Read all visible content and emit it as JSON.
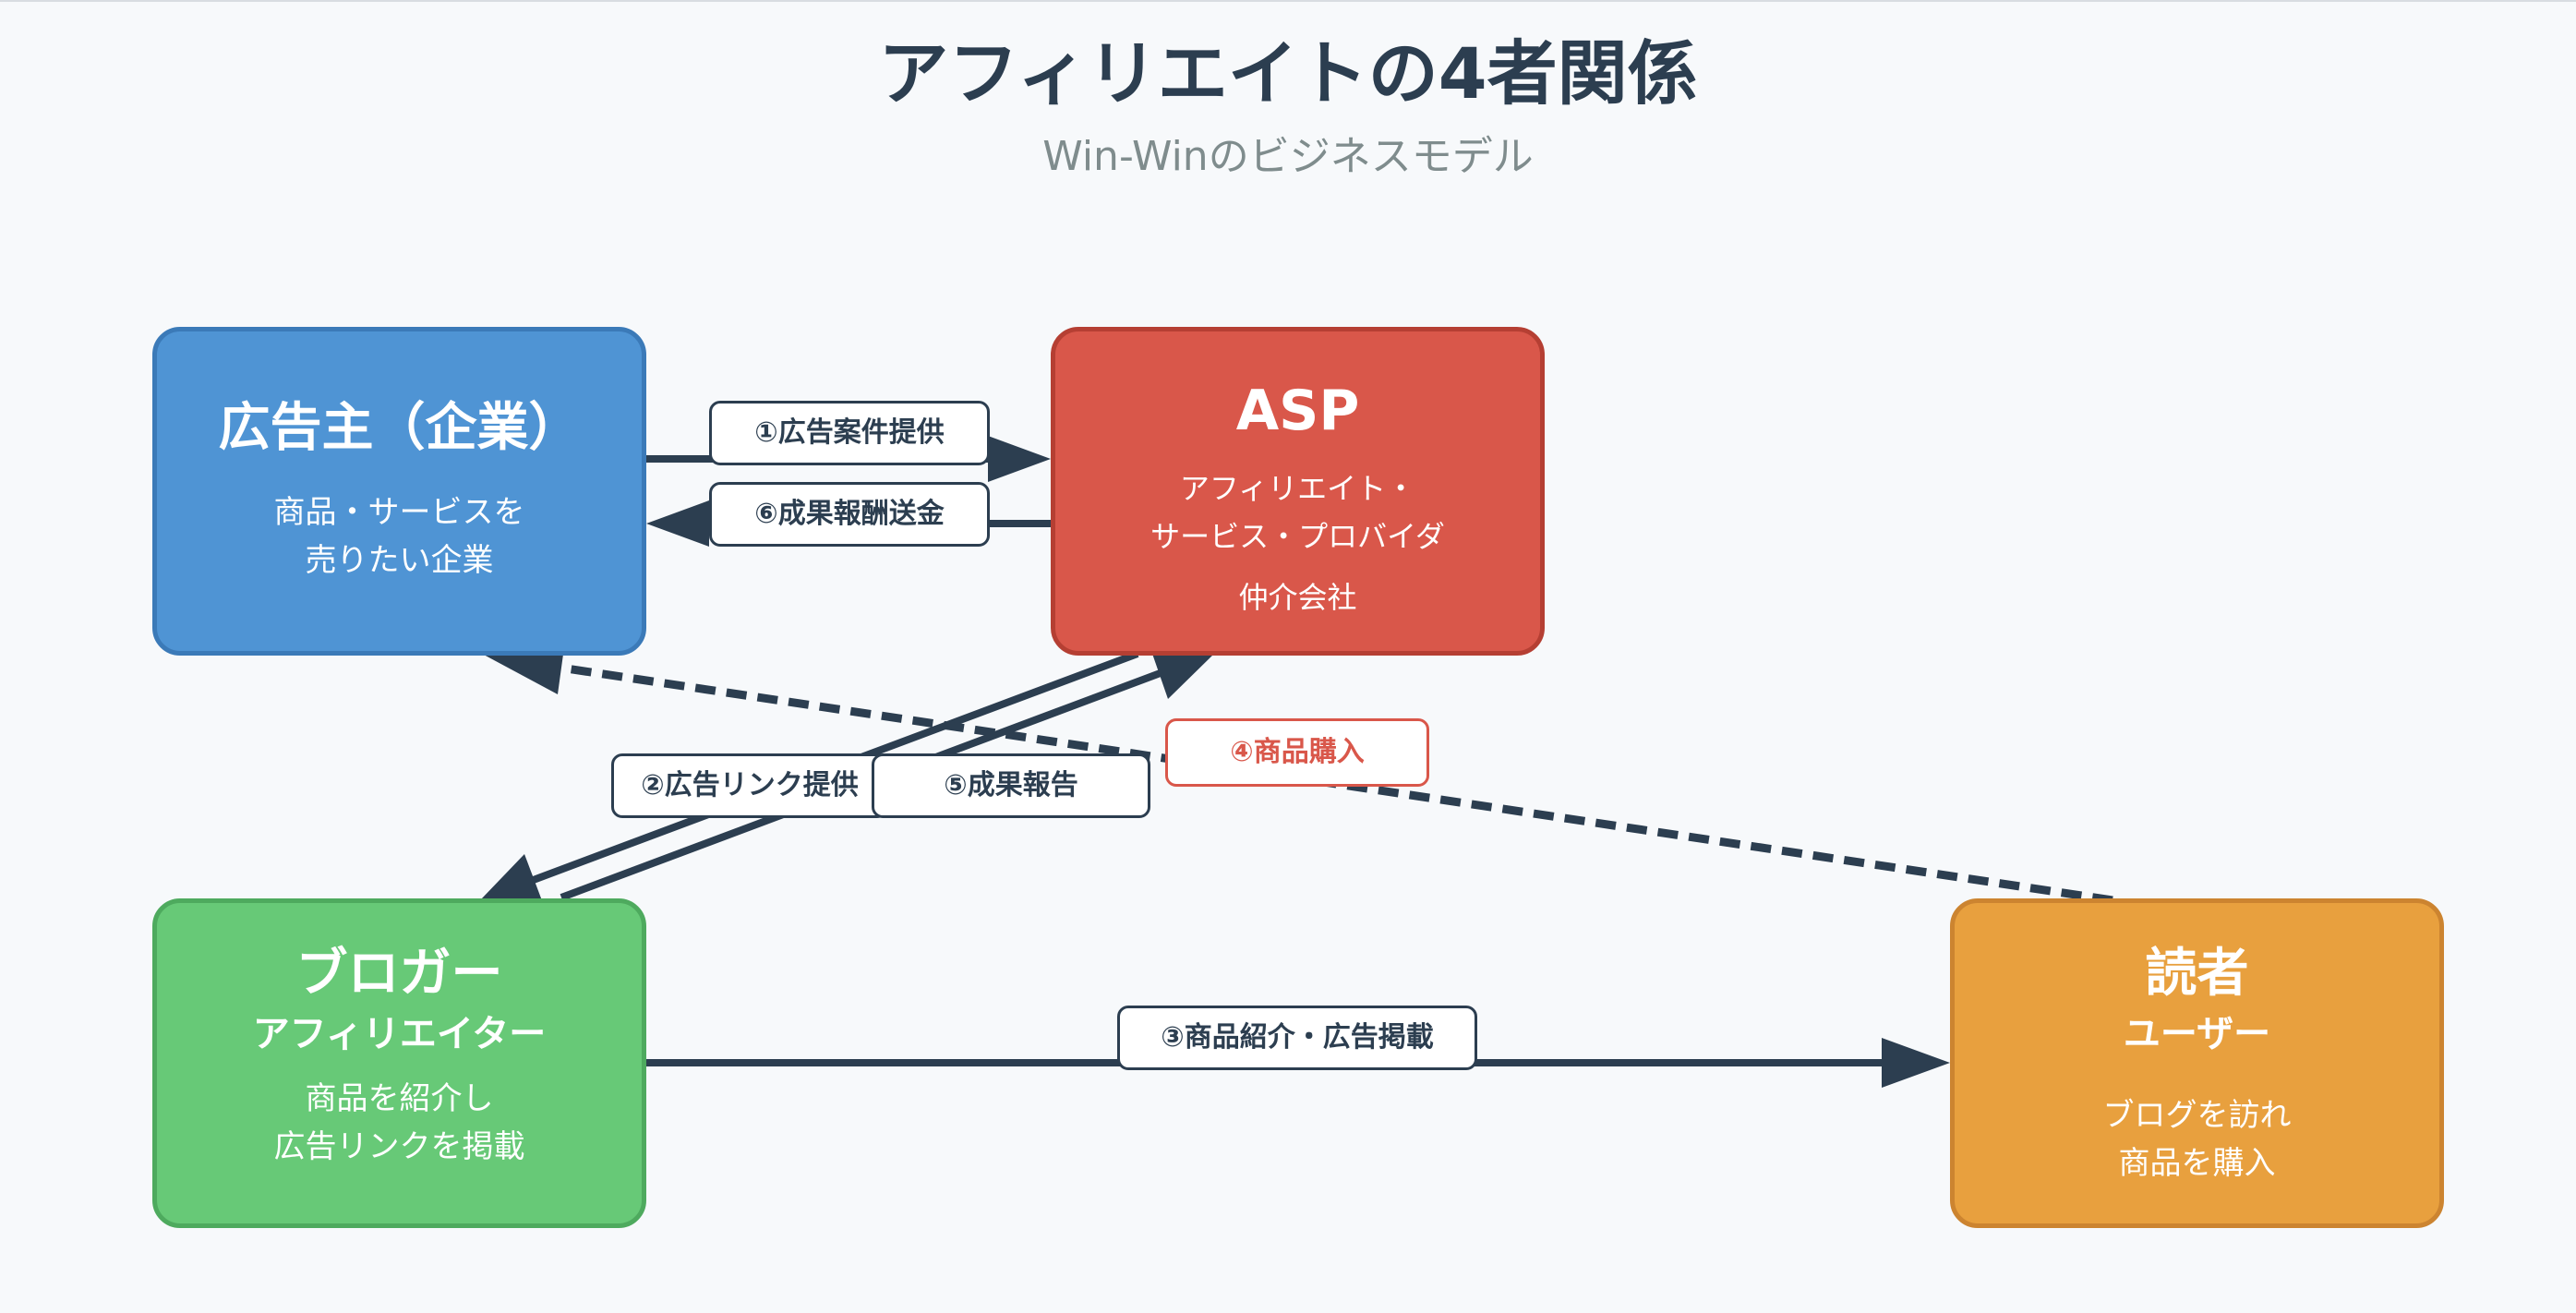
{
  "title": "アフィリエイトの4者関係",
  "subtitle": "Win-Winのビジネスモデル",
  "colors": {
    "advertiser": "#4f94d4",
    "asp": "#d9574a",
    "blogger": "#67c977",
    "reader": "#e8a03e",
    "arrow": "#2c3e50",
    "purchase": "#d9574a"
  },
  "nodes": {
    "advertiser": {
      "title": "広告主（企業）",
      "desc1": "商品・サービスを",
      "desc2": "売りたい企業"
    },
    "asp": {
      "title": "ASP",
      "desc1": "アフィリエイト・",
      "desc2": "サービス・プロバイダ",
      "desc3": "仲介会社"
    },
    "blogger": {
      "title": "ブロガー",
      "subtitle": "アフィリエイター",
      "desc1": "商品を紹介し",
      "desc2": "広告リンクを掲載"
    },
    "reader": {
      "title": "読者",
      "subtitle": "ユーザー",
      "desc1": "ブログを訪れ",
      "desc2": "商品を購入"
    }
  },
  "flows": [
    {
      "label": "①広告案件提供",
      "from": "advertiser",
      "to": "asp"
    },
    {
      "label": "⑥成果報酬送金",
      "from": "asp",
      "to": "advertiser"
    },
    {
      "label": "②広告リンク提供",
      "from": "asp",
      "to": "blogger"
    },
    {
      "label": "⑤成果報告",
      "from": "blogger",
      "to": "asp"
    },
    {
      "label": "③商品紹介・広告掲載",
      "from": "blogger",
      "to": "reader"
    },
    {
      "label": "④商品購入",
      "from": "reader",
      "to": "advertiser"
    }
  ]
}
